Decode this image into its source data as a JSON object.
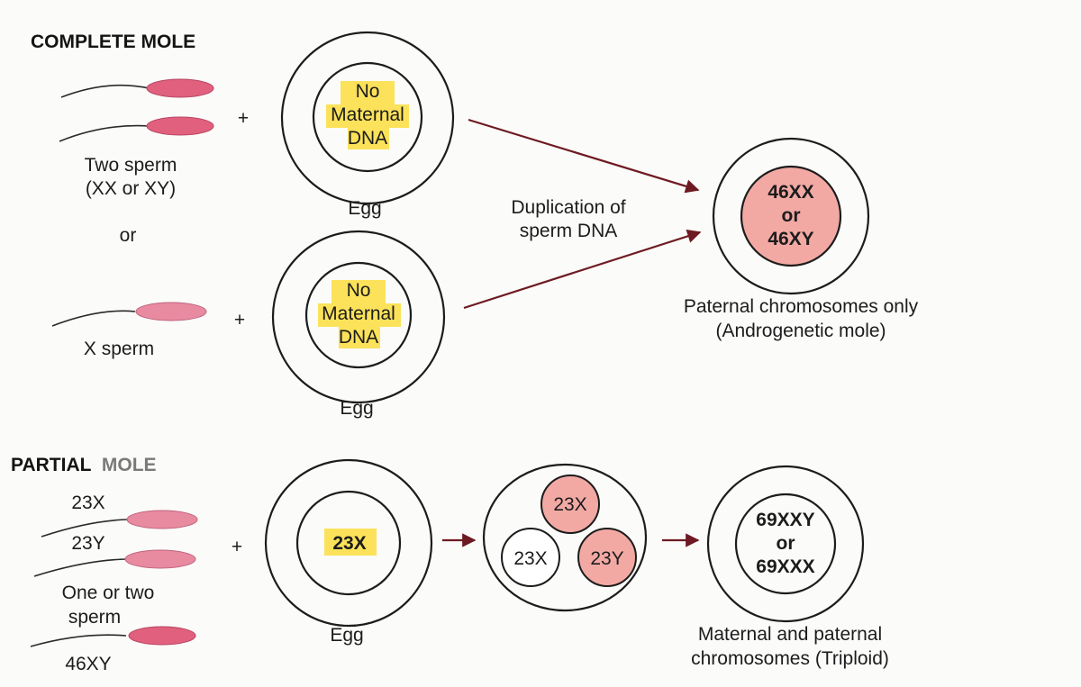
{
  "complete_mole": {
    "heading": "COMPLETE MOLE",
    "two_sperm_label_line1": "Two sperm",
    "two_sperm_label_line2": "(XX or XY)",
    "or_label": "or",
    "x_sperm_label": "X sperm",
    "plus": "+",
    "egg_top": {
      "line1": "No",
      "line2": "Maternal",
      "line3": "DNA",
      "caption": "Egg"
    },
    "egg_bottom": {
      "line1": "No",
      "line2": "Maternal",
      "line3": "DNA",
      "caption": "Egg"
    },
    "process_label_line1": "Duplication of",
    "process_label_line2": "sperm DNA",
    "result": {
      "line1": "46XX",
      "line2": "or",
      "line3": "46XY"
    },
    "result_caption_line1": "Paternal chromosomes only",
    "result_caption_line2": "(Androgenetic mole)"
  },
  "partial_mole": {
    "heading_part1": "PARTIAL",
    "heading_part2": "MOLE",
    "sperm_labels": [
      "23X",
      "23Y",
      "One or two",
      "sperm",
      "46XY"
    ],
    "plus": "+",
    "egg": {
      "nucleus": "23X",
      "caption": "Egg"
    },
    "fertilized": {
      "top": "23X",
      "left": "23X",
      "right": "23Y"
    },
    "result": {
      "line1": "69XXY",
      "line2": "or",
      "line3": "69XXX"
    },
    "result_caption_line1": "Maternal and paternal",
    "result_caption_line2": "chromosomes (Triploid)"
  },
  "colors": {
    "sperm_head": "#e0607e",
    "paternal_nucleus": "#f2a9a4",
    "highlight": "#fbe25a",
    "arrow": "#6e1a22"
  }
}
